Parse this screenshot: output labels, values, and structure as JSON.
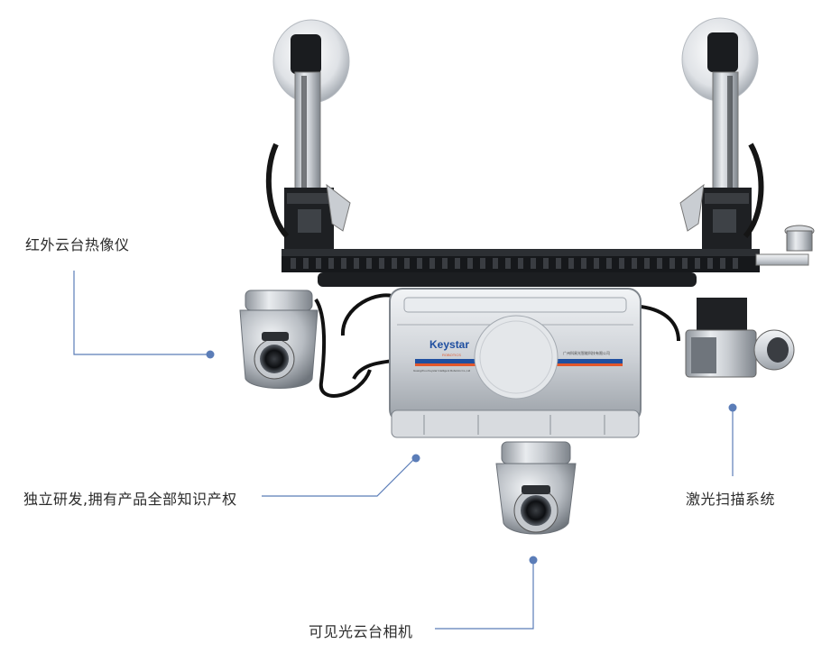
{
  "callouts": {
    "infrared_camera": "红外云台热像仪",
    "independent_rd": "独立研发,拥有产品全部知识产权",
    "laser_scanning": "激光扫描系统",
    "visible_camera": "可见光云台相机"
  },
  "device": {
    "brand_logo_text": "Keystar",
    "brand_logo_subtext": "ROBOTICS",
    "company_text_cn": "广州科易光智能科技有限公司",
    "company_text_en": "Guangzhou Keystar Intelligent Robotics Co.,Ltd",
    "stripe_colors": [
      "#1f4fa0",
      "#e2572b"
    ]
  },
  "colors": {
    "callout_line": "#5b7db8",
    "callout_dot": "#5b7db8",
    "label_text": "#2b2b2b"
  }
}
